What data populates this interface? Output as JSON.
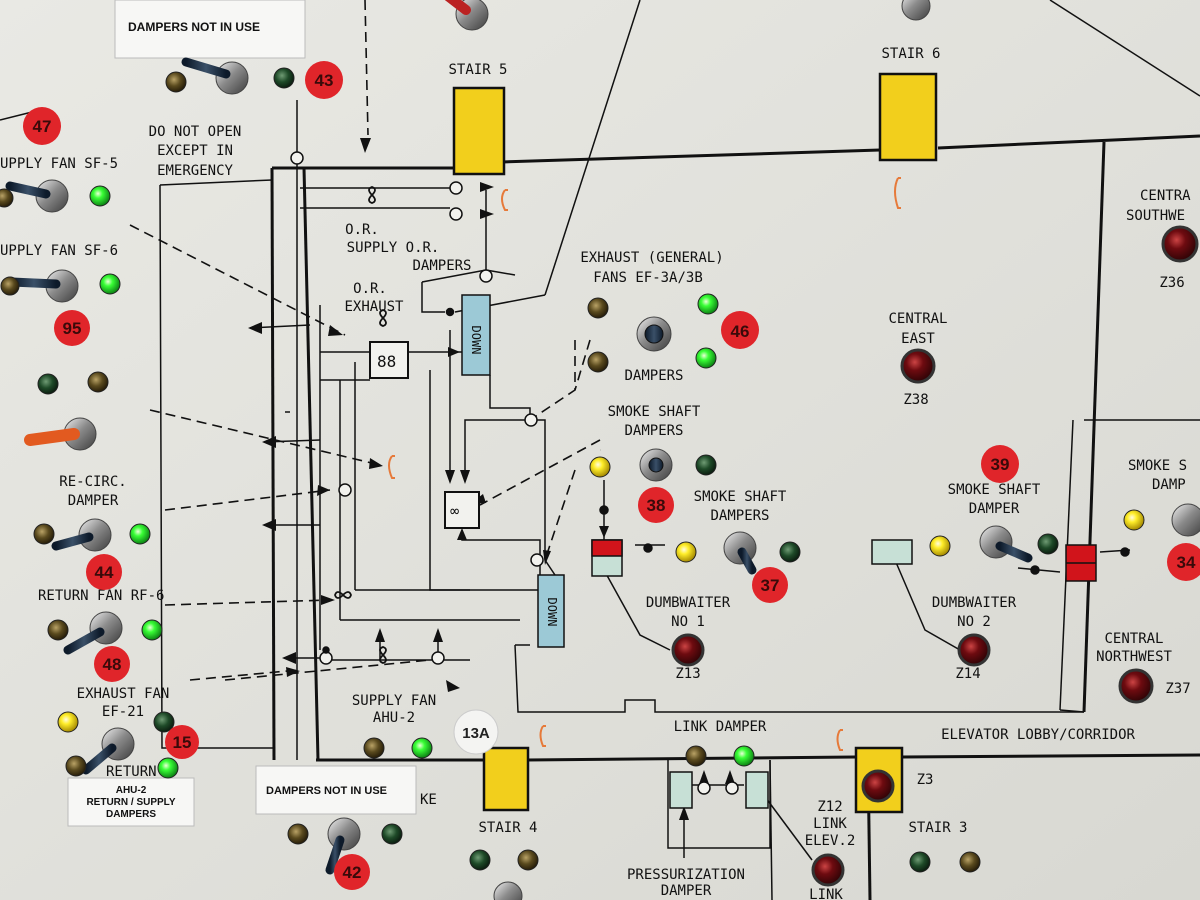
{
  "panel": {
    "colors": {
      "panel_bg": "#e6e6e1",
      "line": "#111111",
      "stair_yellow": "#f2cf1c",
      "duct_blue": "#9cc9d6",
      "damper_red": "#d1141b",
      "tag_red": "#e0252a",
      "led_green": "#39ff36",
      "led_yellow": "#ffee2a",
      "led_red": "#6e0b10",
      "phone_orange": "#e67a3a"
    },
    "labels": {
      "dampers_not_in_use_top": "DAMPERS NOT IN USE",
      "dampers_not_in_use_bottom": "DAMPERS NOT IN USE",
      "ahu2_note": [
        "AHU-2",
        "RETURN / SUPPLY",
        "DAMPERS"
      ],
      "do_not_open": [
        "DO NOT OPEN",
        "EXCEPT IN",
        "EMERGENCY"
      ],
      "supply_fan_sf5": "UPPLY FAN SF-5",
      "supply_fan_sf6": "UPPLY FAN SF-6",
      "recirc_damper": [
        "RE-CIRC.",
        "DAMPER"
      ],
      "return_fan_rf6": "RETURN FAN RF-6",
      "exhaust_fan_ef21": [
        "EXHAUST FAN",
        "EF-21"
      ],
      "return_cut": "RETURN",
      "ke_cut": "KE",
      "or_supply": [
        "O.R.",
        "SUPPLY O.R."
      ],
      "or_dampers": "DAMPERS",
      "or_exhaust": [
        "O.R.",
        "EXHAUST"
      ],
      "supply_fan_ahu2": [
        "SUPPLY FAN",
        "AHU-2"
      ],
      "exhaust_general": [
        "EXHAUST (GENERAL)",
        "FANS EF-3A/3B"
      ],
      "dampers": "DAMPERS",
      "smoke_shaft_dampers_1": [
        "SMOKE SHAFT",
        "DAMPERS"
      ],
      "smoke_shaft_dampers_2": [
        "SMOKE SHAFT",
        "DAMPERS"
      ],
      "smoke_shaft_damper": [
        "SMOKE SHAFT",
        "DAMPER"
      ],
      "smoke_cut": [
        "SMOKE S",
        "DAMP"
      ],
      "dumbwaiter_1": [
        "DUMBWAITER",
        "NO 1"
      ],
      "dumbwaiter_2": [
        "DUMBWAITER",
        "NO 2"
      ],
      "central_east": [
        "CENTRAL",
        "EAST"
      ],
      "central_southwest": [
        "CENTRA",
        "SOUTHWE"
      ],
      "central_northwest": [
        "CENTRAL",
        "NORTHWEST"
      ],
      "link_damper": "LINK DAMPER",
      "elevator_lobby": "ELEVATOR LOBBY/CORRIDOR",
      "pressurization_damper": [
        "PRESSURIZATION",
        "DAMPER"
      ],
      "link_elev2": [
        "Z12",
        "LINK",
        "ELEV.2"
      ],
      "link_cut": "LINK",
      "stair_5": "STAIR 5",
      "stair_6": "STAIR 6",
      "stair_4": "STAIR 4",
      "stair_3": "STAIR 3",
      "down": "DOWN"
    },
    "zones": {
      "z36": "Z36",
      "z38": "Z38",
      "z13": "Z13",
      "z14": "Z14",
      "z37": "Z37",
      "z3": "Z3"
    },
    "tags": {
      "t47": "47",
      "t43": "43",
      "t95": "95",
      "t46": "46",
      "t38": "38",
      "t37": "37",
      "t39": "39",
      "t34": "34",
      "t44": "44",
      "t48": "48",
      "t15": "15",
      "t42": "42",
      "t13a": "13A"
    }
  }
}
